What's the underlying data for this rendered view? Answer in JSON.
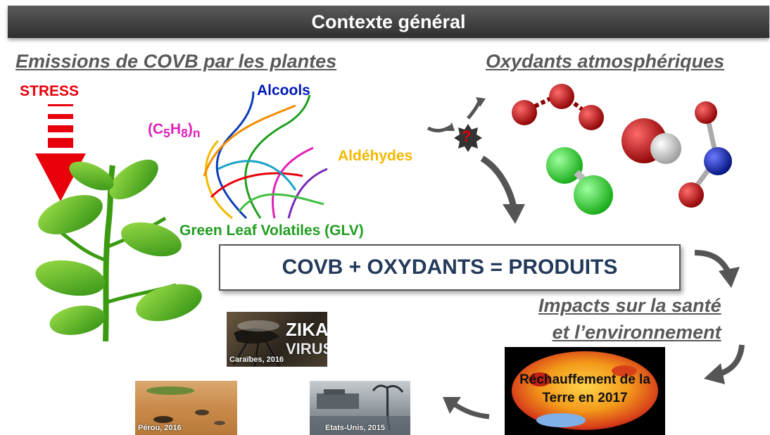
{
  "header": {
    "title": "Contexte général"
  },
  "left_section": {
    "title": "Emissions de COVB par les plantes"
  },
  "right_section": {
    "title": "Oxydants atmosphériques"
  },
  "stress": {
    "label": "STRESS"
  },
  "compounds": {
    "alcools": "Alcools",
    "aldehydes": "Aldéhydes",
    "isoprene_base": "(C",
    "isoprene_sub1": "5",
    "isoprene_mid": "H",
    "isoprene_sub2": "8",
    "isoprene_close": ")",
    "isoprene_n": "n",
    "glv": "Green Leaf Volatiles (GLV)"
  },
  "question_mark": "?",
  "equation": "COVB + OXYDANTS = PRODUITS",
  "impacts": {
    "line1": "Impacts sur la santé",
    "line2": "et l’environnement"
  },
  "photos": {
    "zika_line1": "ZIKA",
    "zika_line2": "VIRUS",
    "zika_caption": "Caraïbes, 2016",
    "peru_caption": "Pérou, 2016",
    "usa_caption": "Etats-Unis, 2015"
  },
  "globe": {
    "line1": "Réchauffement de la",
    "line2": "Terre en 2017"
  },
  "colors": {
    "stress_red": "#e8000b",
    "alcools_blue": "#0018b5",
    "aldehydes_yellow": "#f4b800",
    "isoprene_magenta": "#e020b8",
    "glv_green": "#1f9e1f",
    "equation_text": "#243a5a",
    "section_grey": "#595959"
  }
}
